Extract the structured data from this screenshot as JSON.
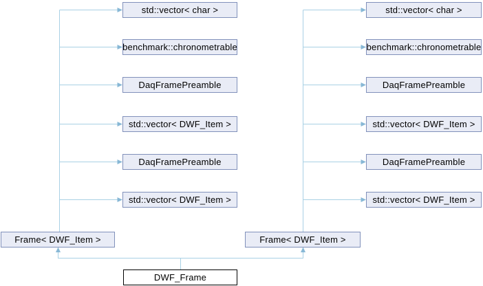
{
  "diagram": {
    "nodes": {
      "left": [
        "std::vector< char >",
        "benchmark::chronometrable",
        "DaqFramePreamble",
        "std::vector< DWF_Item >",
        "DaqFramePreamble",
        "std::vector< DWF_Item >"
      ],
      "right": [
        "std::vector< char >",
        "benchmark::chronometrable",
        "DaqFramePreamble",
        "std::vector< DWF_Item >",
        "DaqFramePreamble",
        "std::vector< DWF_Item >"
      ],
      "frame_left": "Frame< DWF_Item >",
      "frame_right": "Frame< DWF_Item >",
      "root": "DWF_Frame"
    },
    "colors": {
      "background": "#ffffff",
      "edge": "#a8d0e4",
      "arrowhead": "#88b8d6",
      "node_border": "#8090ba",
      "node_fill": "#e9ecf6",
      "root_border": "#000000",
      "root_fill": "#ffffff",
      "text": "#000000"
    }
  }
}
